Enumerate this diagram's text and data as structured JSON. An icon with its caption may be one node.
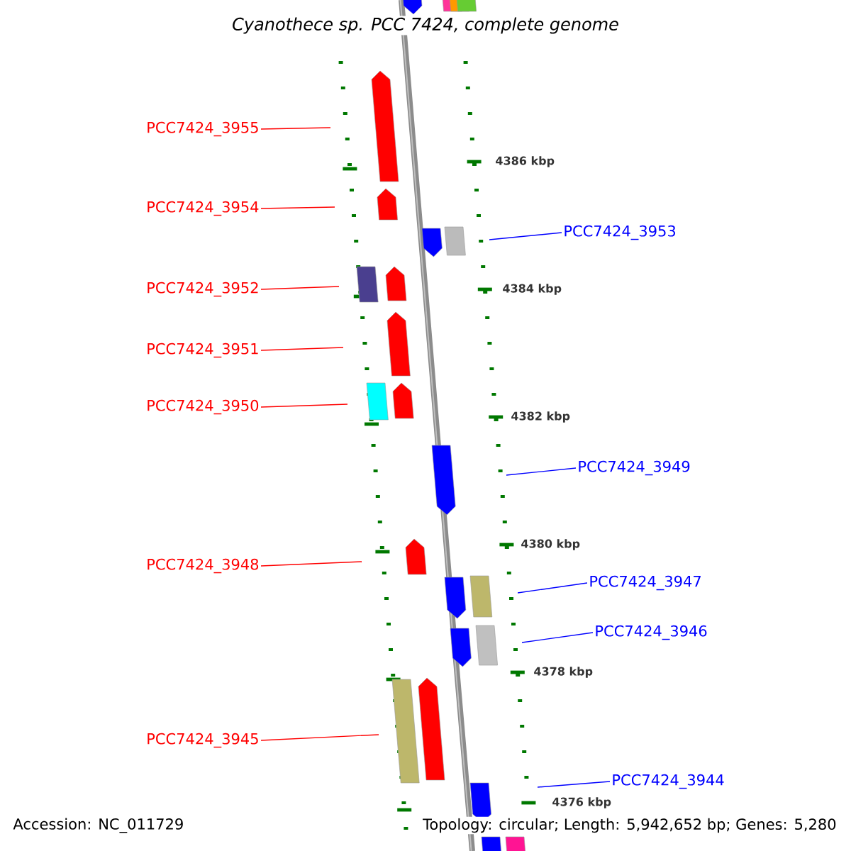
{
  "diagram": {
    "title": "Cyanothece sp. PCC 7424, complete genome",
    "nodes": [
      {
        "text": [
          "PCC7424_3955"
        ]
      },
      {
        "text": [
          "PCC7424_3954"
        ]
      },
      {
        "text": [
          "PCC7424_3952"
        ]
      },
      {
        "text": [
          "PCC7424_3951"
        ]
      },
      {
        "text": [
          "PCC7424_3950"
        ]
      },
      {
        "text": [
          "PCC7424_3948"
        ]
      },
      {
        "text": [
          "PCC7424_3945"
        ]
      },
      {
        "text": [
          "PCC7424_3953"
        ]
      },
      {
        "text": [
          "PCC7424_3949"
        ]
      },
      {
        "text": [
          "PCC7424_3947"
        ]
      },
      {
        "text": [
          "PCC7424_3946"
        ]
      },
      {
        "text": [
          "PCC7424_3944"
        ]
      }
    ],
    "edges": [
      {
        "from": 0,
        "to": null,
        "arrow": "none"
      },
      {
        "from": 1,
        "to": null,
        "arrow": "none"
      },
      {
        "from": 2,
        "to": null,
        "arrow": "none"
      },
      {
        "from": 3,
        "to": null,
        "arrow": "none"
      },
      {
        "from": 4,
        "to": null,
        "arrow": "none"
      },
      {
        "from": 5,
        "to": null,
        "arrow": "none"
      },
      {
        "from": 6,
        "to": null,
        "arrow": "none"
      },
      {
        "from": 7,
        "to": null,
        "arrow": "none",
        "color": "#0000ff"
      },
      {
        "from": 8,
        "to": null,
        "arrow": "none",
        "color": "#0000ff"
      },
      {
        "from": 9,
        "to": null,
        "arrow": "none",
        "color": "#0000ff"
      },
      {
        "from": 10,
        "to": null,
        "arrow": "none",
        "color": "#0000ff"
      },
      {
        "from": 11,
        "to": null,
        "arrow": "none",
        "color": "#0000ff"
      }
    ],
    "labels": [
      "4386 kbp",
      "4384 kbp",
      "4382 kbp",
      "4380 kbp",
      "4378 kbp",
      "4376 kbp",
      "Accession: NC_011729",
      "Topology: circular; Length: 5,942,652 bp; Genes: 5,280"
    ]
  }
}
